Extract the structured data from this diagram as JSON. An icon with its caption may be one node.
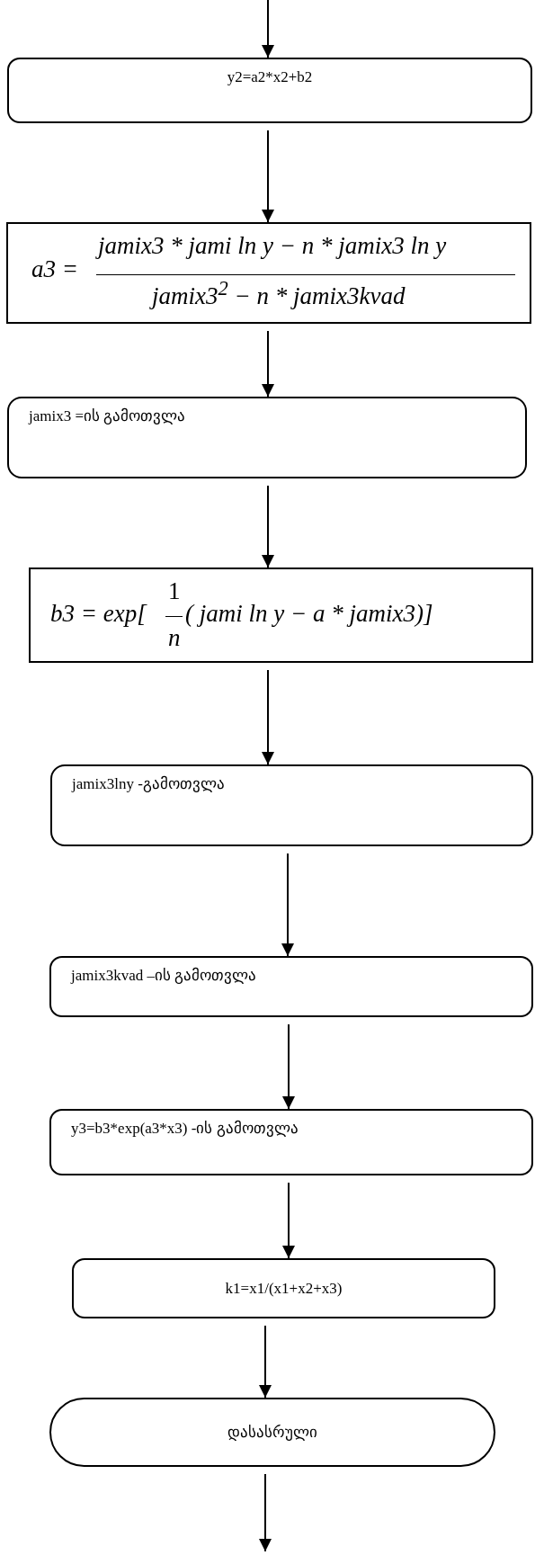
{
  "diagram": {
    "nodes": [
      {
        "text": [
          "y2=a2*x2+b2"
        ]
      },
      {
        "text": [
          "a3 =",
          "jamix3 * jami ln y − n * jamix3 ln y",
          "jamix3$^{2}$ − n * jamix3kvad"
        ]
      },
      {
        "text": [
          "jamix3 =ის  გამოთვლა"
        ]
      },
      {
        "text": [
          "b3 = exp[",
          "1",
          "n",
          "( jami ln y − a * jamix3)]"
        ]
      },
      {
        "text": [
          "jamix3lny -გამოთვლა"
        ]
      },
      {
        "text": [
          "jamix3kvad –ის  გამოთვლა"
        ]
      },
      {
        "text": [
          "y3=b3*exp(a3*x3) -ის  გამოთვლა"
        ]
      },
      {
        "text": [
          "k1=x1/(x1+x2+x3)"
        ]
      },
      {
        "text": [
          "დასასრული"
        ]
      }
    ],
    "edges": [
      {
        "from": null,
        "to": 0,
        "arrow": "to"
      },
      {
        "from": 0,
        "to": 1,
        "arrow": "to"
      },
      {
        "from": 1,
        "to": 2,
        "arrow": "to"
      },
      {
        "from": 2,
        "to": 3,
        "arrow": "to"
      },
      {
        "from": 3,
        "to": 4,
        "arrow": "to"
      },
      {
        "from": 4,
        "to": 5,
        "arrow": "to"
      },
      {
        "from": 5,
        "to": 6,
        "arrow": "to"
      },
      {
        "from": 6,
        "to": 7,
        "arrow": "to"
      },
      {
        "from": 7,
        "to": 8,
        "arrow": "to"
      },
      {
        "from": 8,
        "to": null,
        "arrow": "to"
      }
    ]
  }
}
